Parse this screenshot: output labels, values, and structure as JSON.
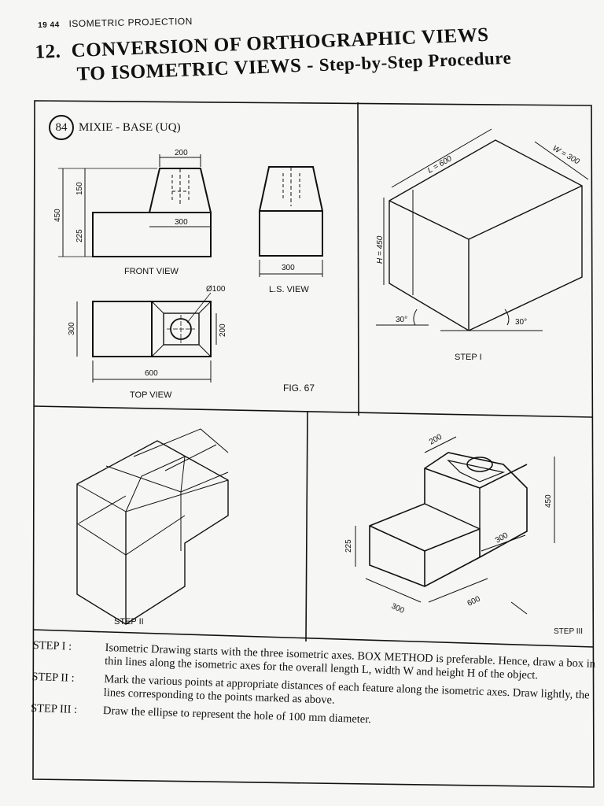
{
  "header": {
    "page_number": "19 44",
    "running_title": "ISOMETRIC PROJECTION"
  },
  "title": {
    "number": "12.",
    "line1": "CONVERSION OF ORTHOGRAPHIC VIEWS",
    "line2_main": "TO ISOMETRIC VIEWS -",
    "line2_accent": "Step-by-Step Procedure"
  },
  "figure": {
    "problem_number": "84",
    "problem_title": "MIXIE - BASE (UQ)",
    "caption": "FIG. 67",
    "front_view": {
      "label": "FRONT VIEW",
      "dims": {
        "top": "200",
        "mid": "300",
        "h_total": "450",
        "h_top": "150",
        "h_bottom": "225"
      }
    },
    "ls_view": {
      "label": "L.S. VIEW",
      "dims": {
        "width": "300"
      }
    },
    "top_view": {
      "label": "TOP VIEW",
      "dims": {
        "hole": "Ø100",
        "length": "600",
        "width": "300",
        "inner": "200"
      }
    },
    "step1": {
      "label": "STEP I",
      "L": "L = 600",
      "W": "W = 300",
      "H": "H = 450",
      "angle_left": "30°",
      "angle_right": "30°"
    },
    "step2": {
      "label": "STEP II"
    },
    "step3": {
      "label": "STEP III",
      "dims": {
        "top": "200",
        "h450": "450",
        "h225": "225",
        "d300a": "300",
        "d300b": "300",
        "d600": "600"
      }
    }
  },
  "steps": [
    {
      "name": "STEP I   :",
      "text": "Isometric Drawing starts with the three isometric axes.  BOX METHOD is preferable. Hence, draw a box in thin lines along the isometric axes for the overall length L, width W and height H of the object."
    },
    {
      "name": "STEP II   :",
      "text": "Mark the various points at appropriate distances of each feature along the isometric axes. Draw lightly, the lines corresponding to the points marked as above."
    },
    {
      "name": "STEP III :",
      "text": "Draw the ellipse to represent the hole of  100 mm  diameter."
    }
  ]
}
